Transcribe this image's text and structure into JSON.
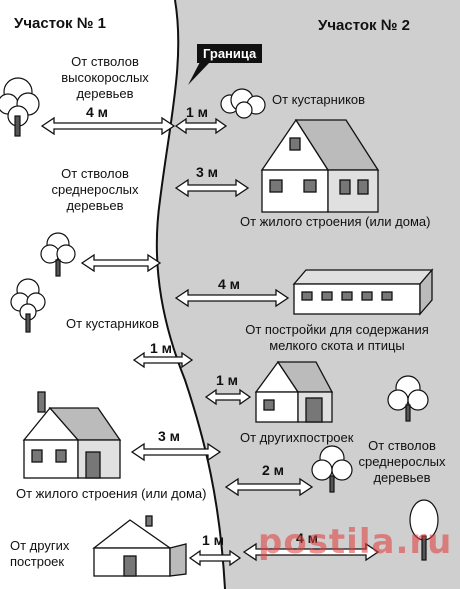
{
  "plot1_title": "Участок № 1",
  "plot2_title": "Участок № 2",
  "border_label": "Граница",
  "labels": {
    "tall_trees": "От стволов\nвысокорослых\nдеревьев",
    "medium_trees_left": "От стволов\nсреднерослых\nдеревьев",
    "shrubs_left": "От кустарников",
    "house_left": "От жилого строения (или дома)",
    "other_left": "От других\nпострoек",
    "shrubs_right": "От кустарников",
    "house_right": "От жилого строения (или дома)",
    "livestock": "От постройки для содержания\nмелкого скота и птицы",
    "other_right": "От другихпостроек",
    "medium_trees_right": "От стволов\nсреднерослых\nдеревьев"
  },
  "distances": {
    "tall_trees": "4 м",
    "shrubs_right": "1 м",
    "house_right": "3 м",
    "livestock": "4 м",
    "shrubs_left": "1 м",
    "other_right": "1 м",
    "house_left": "3 м",
    "medium_trees_right": "2 м",
    "other_left": "1 м",
    "bottom_right": "4 м"
  },
  "watermark": "postila.ru",
  "colors": {
    "plot2_background": "#cfcfcf",
    "border_line": "#111111",
    "watermark": "#e23a3a"
  }
}
